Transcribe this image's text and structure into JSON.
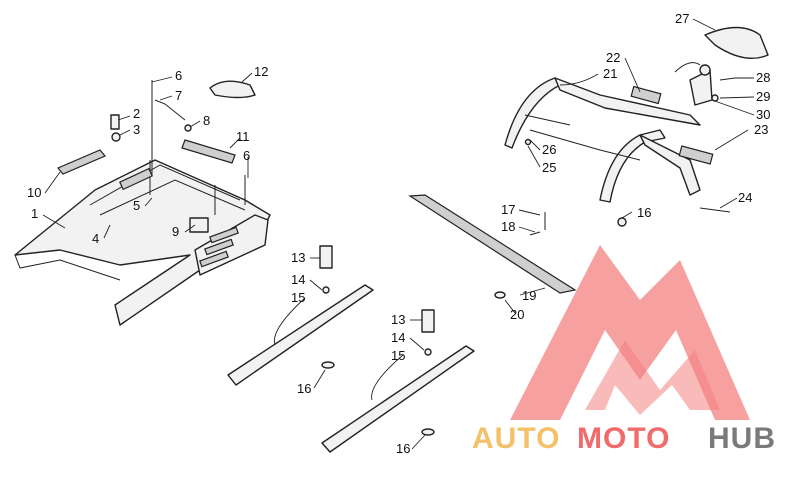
{
  "callouts": [
    {
      "id": "1",
      "label": "1"
    },
    {
      "id": "2",
      "label": "2"
    },
    {
      "id": "3",
      "label": "3"
    },
    {
      "id": "4",
      "label": "4"
    },
    {
      "id": "5",
      "label": "5"
    },
    {
      "id": "6a",
      "label": "6"
    },
    {
      "id": "6b",
      "label": "6"
    },
    {
      "id": "7",
      "label": "7"
    },
    {
      "id": "8",
      "label": "8"
    },
    {
      "id": "9",
      "label": "9"
    },
    {
      "id": "10",
      "label": "10"
    },
    {
      "id": "11",
      "label": "11"
    },
    {
      "id": "12",
      "label": "12"
    },
    {
      "id": "13a",
      "label": "13"
    },
    {
      "id": "13b",
      "label": "13"
    },
    {
      "id": "14a",
      "label": "14"
    },
    {
      "id": "14b",
      "label": "14"
    },
    {
      "id": "15a",
      "label": "15"
    },
    {
      "id": "15b",
      "label": "15"
    },
    {
      "id": "16a",
      "label": "16"
    },
    {
      "id": "16b",
      "label": "16"
    },
    {
      "id": "16c",
      "label": "16"
    },
    {
      "id": "17",
      "label": "17"
    },
    {
      "id": "18",
      "label": "18"
    },
    {
      "id": "19",
      "label": "19"
    },
    {
      "id": "20",
      "label": "20"
    },
    {
      "id": "21",
      "label": "21"
    },
    {
      "id": "22",
      "label": "22"
    },
    {
      "id": "23",
      "label": "23"
    },
    {
      "id": "24",
      "label": "24"
    },
    {
      "id": "25",
      "label": "25"
    },
    {
      "id": "26",
      "label": "26"
    },
    {
      "id": "27",
      "label": "27"
    },
    {
      "id": "28",
      "label": "28"
    },
    {
      "id": "29",
      "label": "29"
    },
    {
      "id": "30",
      "label": "30"
    }
  ],
  "watermark": {
    "word_auto": "AUTO",
    "word_moto": "MOTO",
    "word_hub": "HUB",
    "colors": {
      "auto": "#f5c06a",
      "moto": "#f26b6b",
      "hub": "#7a7a7a",
      "logo": "#f26b6b"
    }
  }
}
